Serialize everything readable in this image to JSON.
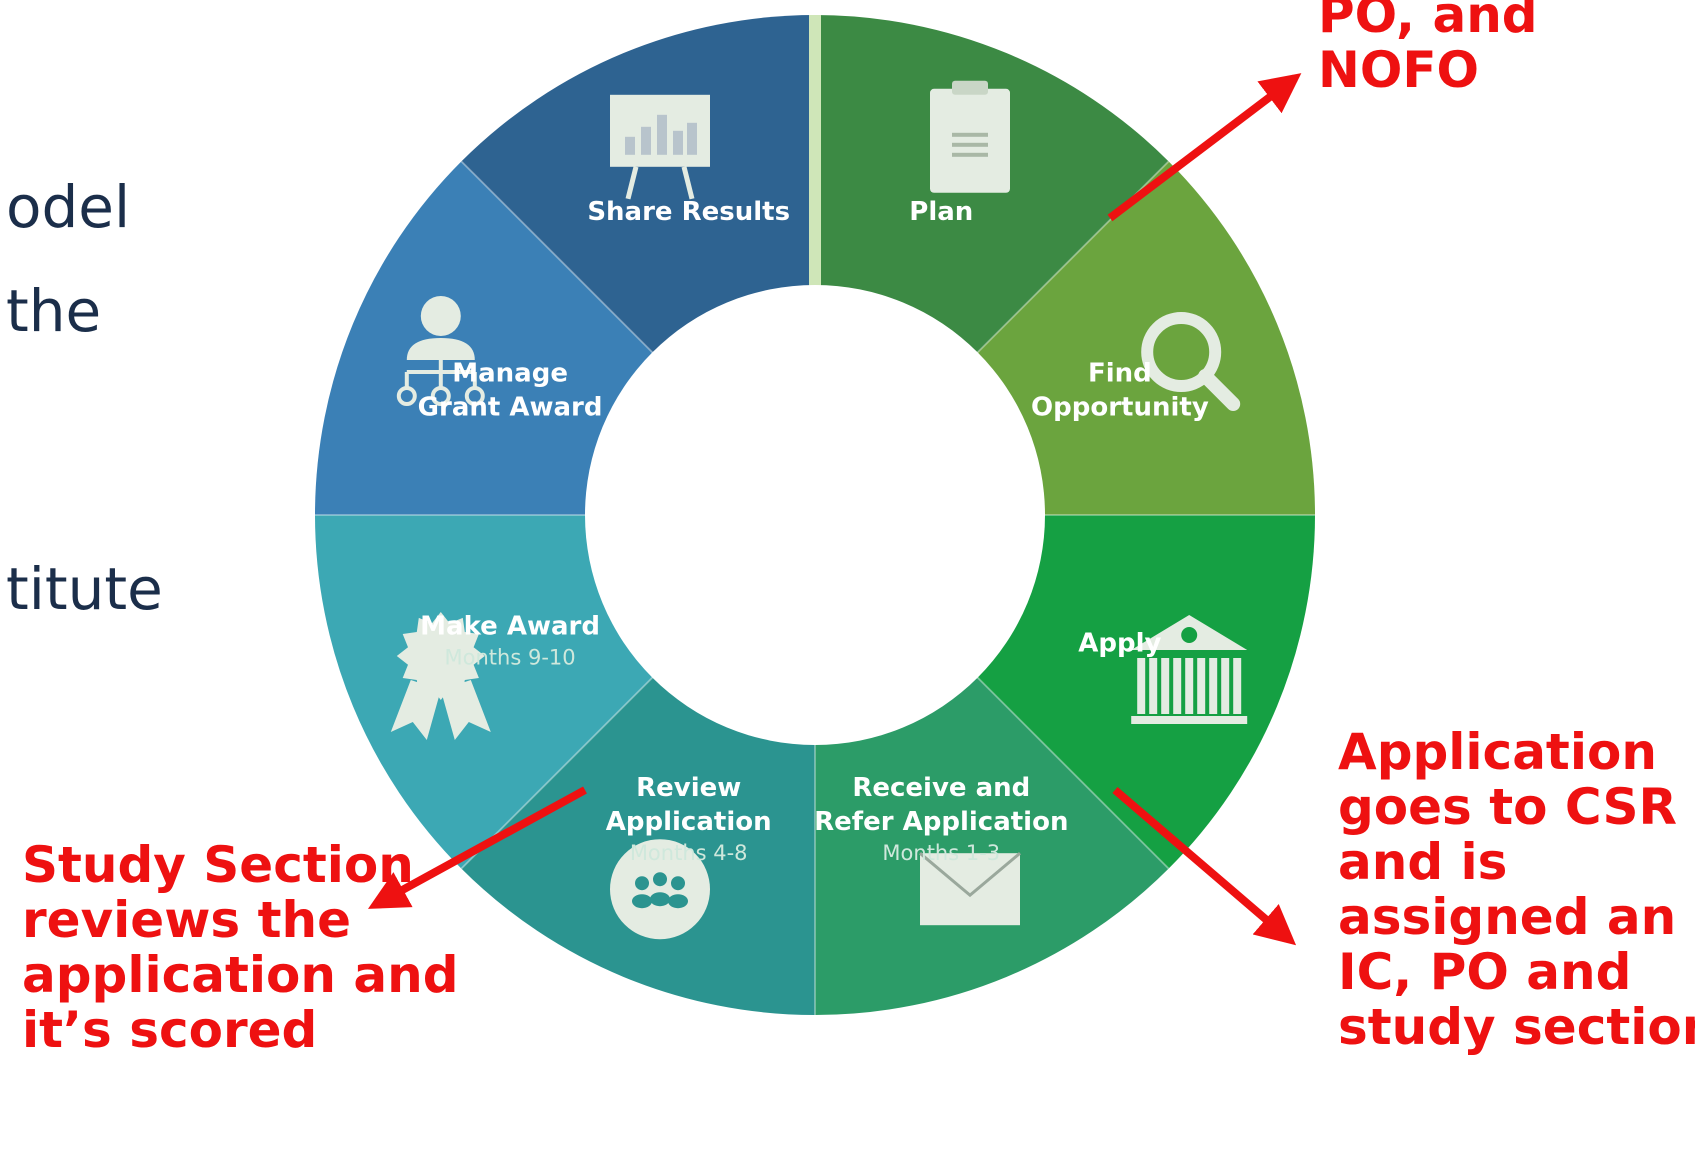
{
  "background_text": [
    "odel",
    "the",
    "titute"
  ],
  "segments": [
    {
      "id": "plan",
      "label_lines": [
        "Plan"
      ],
      "sub": "",
      "color": "#3c8a44",
      "icon": "clipboard-icon"
    },
    {
      "id": "find-opportunity",
      "label_lines": [
        "Find",
        "Opportunity"
      ],
      "sub": "",
      "color": "#6ba43e",
      "icon": "magnifier-icon"
    },
    {
      "id": "apply",
      "label_lines": [
        "Apply"
      ],
      "sub": "",
      "color": "#15a043",
      "icon": "institution-icon"
    },
    {
      "id": "receive-and-refer",
      "label_lines": [
        "Receive and",
        "Refer Application"
      ],
      "sub": "Months 1-3",
      "color": "#2c9c68",
      "icon": "envelope-icon"
    },
    {
      "id": "review-application",
      "label_lines": [
        "Review",
        "Application"
      ],
      "sub": "Months 4-8",
      "color": "#2b9490",
      "icon": "group-icon"
    },
    {
      "id": "make-award",
      "label_lines": [
        "Make Award"
      ],
      "sub": "Months 9-10",
      "color": "#3ca8b4",
      "icon": "award-ribbon-icon"
    },
    {
      "id": "manage-grant-award",
      "label_lines": [
        "Manage",
        "Grant Award"
      ],
      "sub": "",
      "color": "#3b80b6",
      "icon": "org-person-icon"
    },
    {
      "id": "share-results",
      "label_lines": [
        "Share Results"
      ],
      "sub": "",
      "color": "#2e6391",
      "icon": "presentation-board-icon"
    }
  ],
  "callouts": {
    "top_right": [
      "PO, and",
      "NOFO"
    ],
    "left": [
      "Study Section",
      "reviews the",
      "application and",
      "it’s scored"
    ],
    "right": [
      "Application",
      "goes to CSR",
      "and is",
      "assigned an",
      "IC, PO and",
      "study section"
    ]
  },
  "colors": {
    "callout": "#ee1111",
    "label": "#ffffff",
    "sub_label": "#cfe8dc",
    "divider": "#cfe6b8",
    "icon_fill": "#e4ece2"
  }
}
